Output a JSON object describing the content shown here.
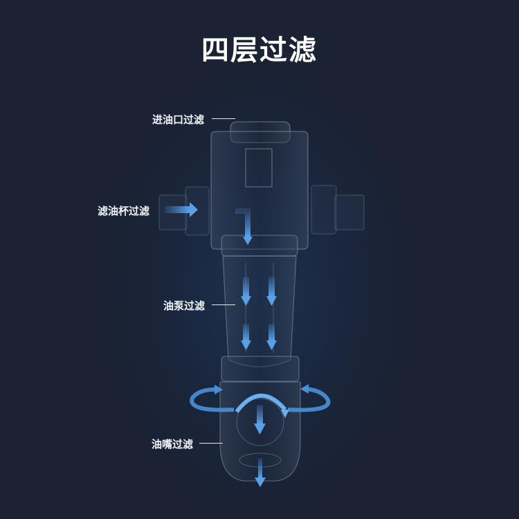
{
  "page": {
    "title": "四层过滤",
    "background_color": "#1a2233",
    "accent_color": "#4a90d9"
  },
  "labels": [
    {
      "id": "inlet",
      "text": "进油口过滤"
    },
    {
      "id": "cup",
      "text": "滤油杯过滤"
    },
    {
      "id": "pump",
      "text": "油泵过滤"
    },
    {
      "id": "nozzle",
      "text": "油嘴过滤"
    }
  ],
  "icons": {
    "flow_arrow": "arrow-down-icon",
    "inlet_arrow": "arrow-right-icon",
    "rotation": "rotate-icon"
  }
}
